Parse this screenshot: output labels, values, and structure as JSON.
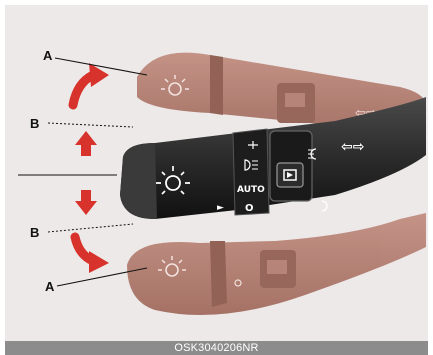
{
  "labels": {
    "a_top": "A",
    "b_top": "B",
    "b_bottom": "B",
    "a_bottom": "A"
  },
  "stalk_markings": {
    "auto": "AUTO",
    "off": "O",
    "pointer": "►"
  },
  "caption": "OSK3040206NR",
  "colors": {
    "background": "#ece9e8",
    "ghost_stalk": "#b27a6d",
    "main_stalk": "#2f2f2f",
    "arrow": "#d7322b",
    "caption_bar": "#8c8c8c"
  }
}
